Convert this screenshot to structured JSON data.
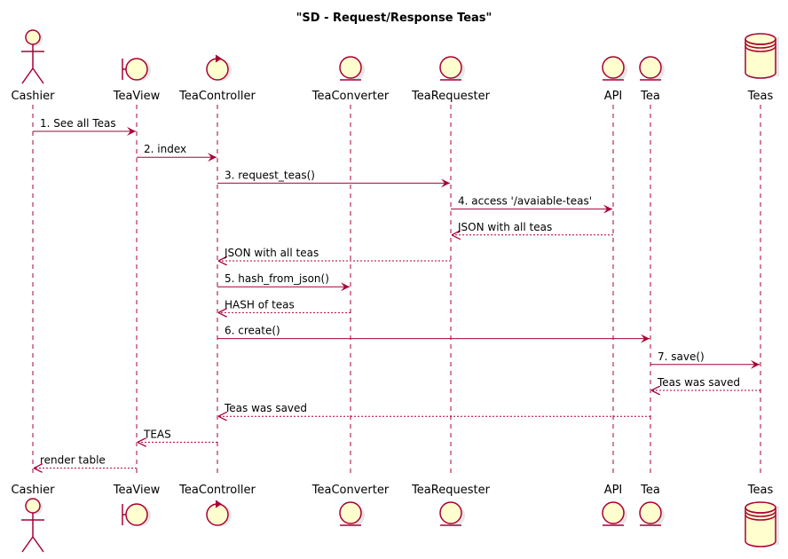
{
  "diagram": {
    "title": "\"SD - Request/Response Teas\"",
    "participants": [
      {
        "id": "cashier",
        "name": "Cashier",
        "kind": "actor"
      },
      {
        "id": "teaview",
        "name": "TeaView",
        "kind": "boundary"
      },
      {
        "id": "teacontroller",
        "name": "TeaController",
        "kind": "control"
      },
      {
        "id": "teaconverter",
        "name": "TeaConverter",
        "kind": "entity"
      },
      {
        "id": "tearequester",
        "name": "TeaRequester",
        "kind": "entity"
      },
      {
        "id": "api",
        "name": "API",
        "kind": "entity"
      },
      {
        "id": "tea",
        "name": "Tea",
        "kind": "entity"
      },
      {
        "id": "teas",
        "name": "Teas",
        "kind": "database"
      }
    ],
    "messages": [
      {
        "from": "cashier",
        "to": "teaview",
        "label": "1. See all Teas",
        "style": "solid"
      },
      {
        "from": "teaview",
        "to": "teacontroller",
        "label": "2. index",
        "style": "solid"
      },
      {
        "from": "teacontroller",
        "to": "tearequester",
        "label": "3. request_teas()",
        "style": "solid"
      },
      {
        "from": "tearequester",
        "to": "api",
        "label": "4. access '/avaiable-teas'",
        "style": "solid"
      },
      {
        "from": "api",
        "to": "tearequester",
        "label": "JSON with all teas",
        "style": "dashed"
      },
      {
        "from": "tearequester",
        "to": "teacontroller",
        "label": "JSON with all teas",
        "style": "dashed"
      },
      {
        "from": "teacontroller",
        "to": "teaconverter",
        "label": "5. hash_from_json()",
        "style": "solid"
      },
      {
        "from": "teaconverter",
        "to": "teacontroller",
        "label": "HASH of teas",
        "style": "dashed"
      },
      {
        "from": "teacontroller",
        "to": "tea",
        "label": "6. create()",
        "style": "solid"
      },
      {
        "from": "tea",
        "to": "teas",
        "label": "7. save()",
        "style": "solid"
      },
      {
        "from": "teas",
        "to": "tea",
        "label": "Teas was saved",
        "style": "dashed"
      },
      {
        "from": "tea",
        "to": "teacontroller",
        "label": "Teas was saved",
        "style": "dashed"
      },
      {
        "from": "teacontroller",
        "to": "teaview",
        "label": "TEAS",
        "style": "dashed"
      },
      {
        "from": "teaview",
        "to": "cashier",
        "label": "render table",
        "style": "dashed"
      }
    ]
  }
}
